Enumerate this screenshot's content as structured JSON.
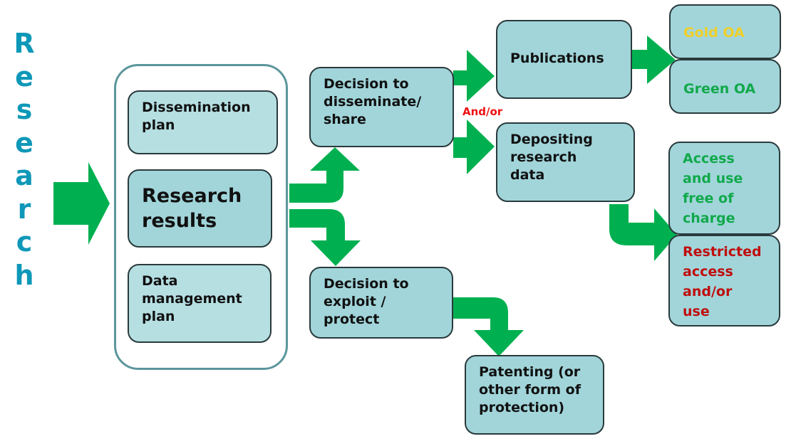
{
  "diagram": {
    "side_title": "Research",
    "colors": {
      "arrow": "#00b050",
      "title": "#0e98b8",
      "box_fill": "#a1d5da",
      "box_fill_light": "#b6dfe2",
      "box_border": "#2a3a3c",
      "container_border": "#5b969c",
      "gold_text": "#f0d02a",
      "green_text": "#10a94a",
      "red_text": "#c00d0d",
      "andor_text": "#ee1111"
    },
    "nodes": {
      "dissemination_plan": "Dissemination\nplan",
      "research_results": "Research\nresults",
      "data_management_plan": "Data\nmanagement\nplan",
      "decision_disseminate": "Decision to\ndisseminate/\nshare",
      "decision_exploit": "Decision to\nexploit /\nprotect",
      "patenting": "Patenting (or\nother form of\nprotection)",
      "publications": "Publications",
      "depositing_data": "Depositing\nresearch\ndata",
      "gold_oa": "Gold OA",
      "green_oa": "Green OA",
      "access_free": "Access\nand use\nfree of\ncharge",
      "restricted_access": "Restricted\naccess\nand/or\nuse"
    },
    "connector_label": "And/or",
    "edges": [
      {
        "from": "Research",
        "to": "research_results"
      },
      {
        "from": "research_results",
        "to": "decision_disseminate"
      },
      {
        "from": "research_results",
        "to": "decision_exploit"
      },
      {
        "from": "decision_disseminate",
        "to": "publications"
      },
      {
        "from": "decision_disseminate",
        "to": "depositing_data"
      },
      {
        "from": "publications",
        "to": "gold_oa"
      },
      {
        "from": "publications",
        "to": "green_oa"
      },
      {
        "from": "depositing_data",
        "to": "access_free"
      },
      {
        "from": "depositing_data",
        "to": "restricted_access"
      },
      {
        "from": "decision_exploit",
        "to": "patenting"
      }
    ]
  }
}
